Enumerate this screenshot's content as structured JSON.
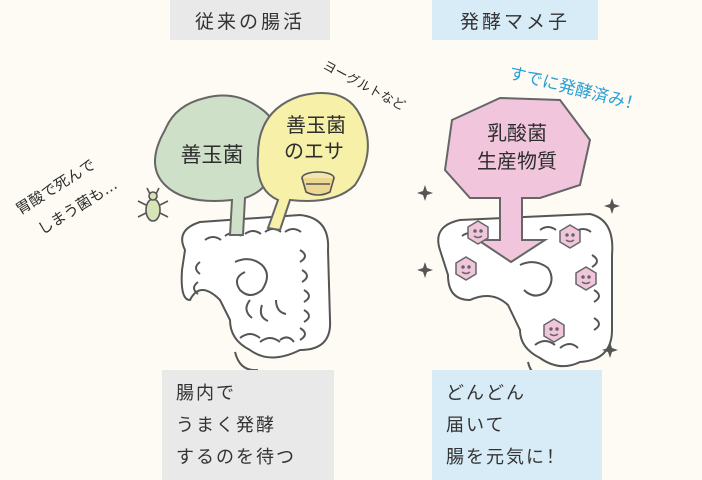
{
  "colors": {
    "background": "#fdfbf3",
    "left_panel": "#e9e9e9",
    "right_panel": "#d8ecf8",
    "cloud_green": "#cfe0c8",
    "cloud_yellow": "#f6f0a8",
    "polygon_pink": "#f1c6dd",
    "accent_blue": "#2a9fd8"
  },
  "left": {
    "header": "従来の腸活",
    "cloud1": "善玉菌",
    "cloud2_line1": "善玉菌",
    "cloud2_line2": "のエサ",
    "yogurt_note": "ヨーグルトなど",
    "acid_line1": "胃酸で死んで",
    "acid_line2": "しまう菌も…",
    "bottom_note": "腸内で\nうまく発酵\nするのを待つ"
  },
  "right": {
    "header": "発酵マメ子",
    "tagline": "すでに発酵済み！",
    "polygon_line1": "乳酸菌",
    "polygon_line2": "生産物質",
    "bottom_note": "どんどん\n届いて\n腸を元気に！"
  },
  "icons": [
    "bug-icon",
    "yogurt-cup-icon",
    "smiley-bacteria-icon",
    "sparkle-icon"
  ]
}
